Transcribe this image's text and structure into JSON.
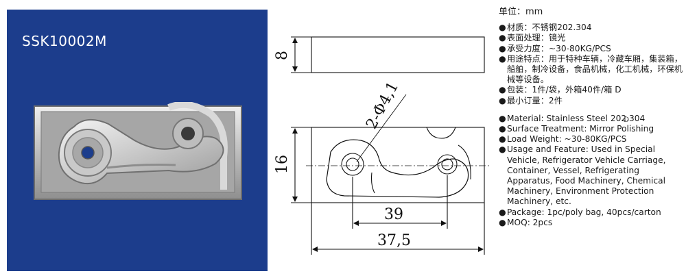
{
  "photo": {
    "model_code": "SSK10002M",
    "bg_color": "#1c3d8c"
  },
  "drawing": {
    "dim_thickness": "8",
    "dim_height": "16",
    "dim_hole": "2-Φ4,1",
    "dim_hole_spacing": "39",
    "dim_length": "37,5"
  },
  "specs": {
    "unit": "单位：mm",
    "cn": [
      "材质：不锈钢202.304",
      "表面处理：镜光",
      "承受力度：~30-80KG/PCS",
      "用途特点：用于特种车辆，冷藏车厢，集装箱，船舶，制冷设备，食品机械，化工机械，环保机械等设备。",
      "包装：1件/袋，外箱40件/箱 D",
      "最小订量：2件"
    ],
    "stray_mark": "D",
    "en": [
      "Material: Stainless Steel 202.304",
      "Surface Treatment: Mirror Polishing",
      "Load Weight: ~30-80KG/PCS",
      "Usage and Feature: Used in Special Vehicle, Refrigerator Vehicle Carriage, Container, Vessel, Refrigerating Apparatus, Food Machinery, Chemical Machinery, Environment Protection Machinery, etc.",
      "Package: 1pc/poly bag, 40pcs/carton",
      "MOQ: 2pcs"
    ]
  }
}
